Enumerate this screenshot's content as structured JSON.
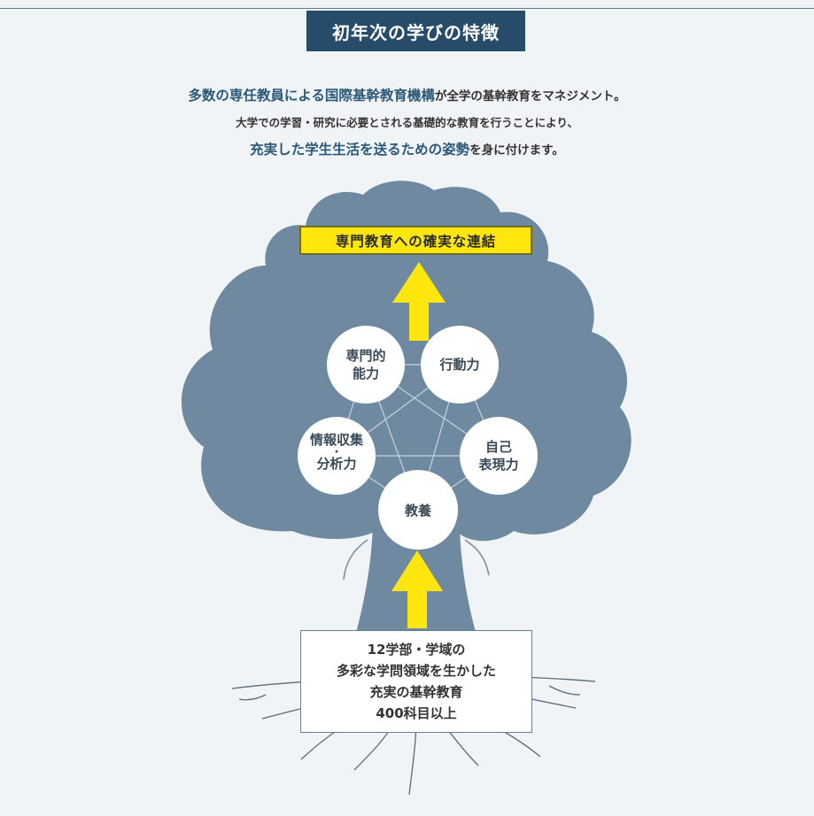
{
  "header": {
    "title": "初年次の学びの特徴"
  },
  "intro": {
    "line1_highlight": "多数の専任教員による国際基幹教育機構",
    "line1_rest": "が全学の基幹教育をマネジメント。",
    "line2": "大学での学習・研究に必要とされる基礎的な教育を行うことにより、",
    "line3_highlight": "充実した学生生活を送るための姿勢",
    "line3_rest": "を身に付けます。"
  },
  "diagram": {
    "goal": "専門教育への確実な連結",
    "abilities": {
      "specialized_line1": "専門的",
      "specialized_line2": "能力",
      "action": "行動力",
      "expression_line1": "自己",
      "expression_line2": "表現力",
      "culture": "教養",
      "info_line1": "情報収集",
      "info_dot": "・",
      "info_line2": "分析力"
    },
    "base": {
      "line1": "12学部・学域の",
      "line2": "多彩な学問領域を生かした",
      "line3": "充実の基幹教育",
      "line4": "400科目以上"
    }
  },
  "colors": {
    "title_bg": "#274c69",
    "tree": "#6f8aa0",
    "arrow": "#ffe60f",
    "highlight_text": "#2b5878",
    "background": "#f1f4f6"
  }
}
